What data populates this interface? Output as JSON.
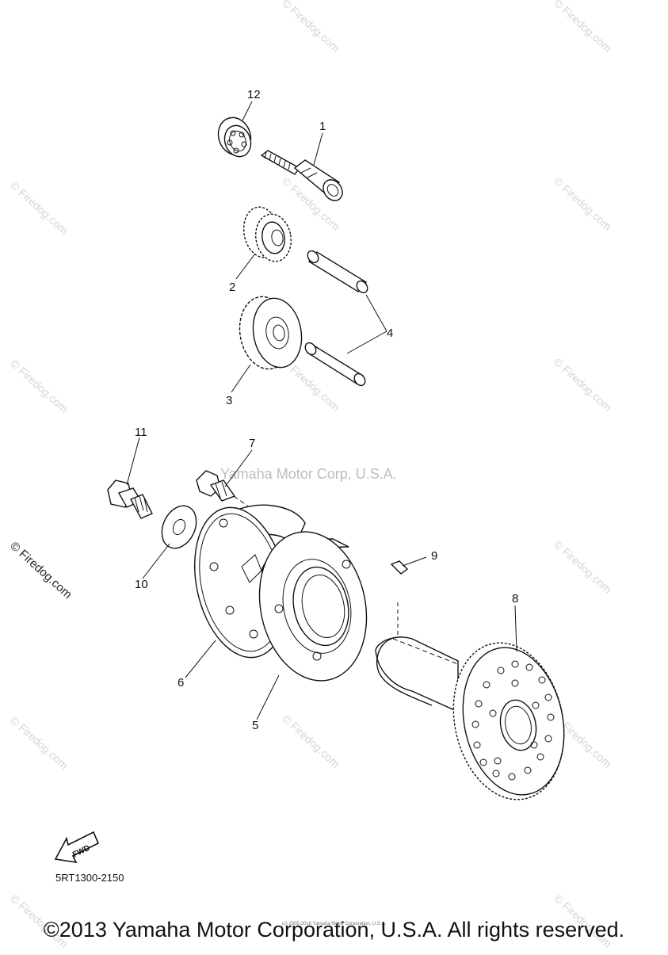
{
  "diagram": {
    "center_watermark": "Yamaha Motor Corp, U.S.A.",
    "parts": [
      {
        "number": "1"
      },
      {
        "number": "2"
      },
      {
        "number": "3"
      },
      {
        "number": "4"
      },
      {
        "number": "5"
      },
      {
        "number": "6"
      },
      {
        "number": "7"
      },
      {
        "number": "8"
      },
      {
        "number": "9"
      },
      {
        "number": "10"
      },
      {
        "number": "11"
      },
      {
        "number": "12"
      }
    ],
    "fwd_label": "FWD",
    "diagram_code": "5RT1300-2150"
  },
  "watermark": {
    "text": "© Firedog.com",
    "color": "#d4d4d4"
  },
  "footer": {
    "copyright": "©2013 Yamaha Motor Corporation, U.S.A. All rights reserved.",
    "fine_print": "(c) 2005-2016 Yamaha Motor Corporation, U.S.A."
  }
}
